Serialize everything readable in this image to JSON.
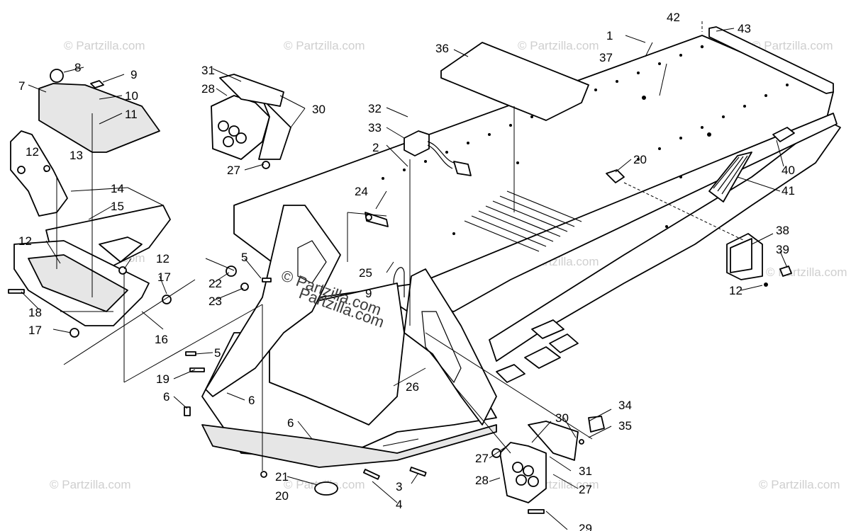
{
  "watermark": {
    "text": "© Partzilla.com",
    "main_line1": "© Partzilla.com",
    "main_line2": "Partzilla.com"
  },
  "callouts": [
    "1",
    "2",
    "3",
    "4",
    "5",
    "5",
    "6",
    "6",
    "6",
    "7",
    "8",
    "9",
    "9",
    "10",
    "11",
    "12",
    "12",
    "12",
    "12",
    "12",
    "13",
    "14",
    "15",
    "16",
    "17",
    "17",
    "18",
    "19",
    "20",
    "20",
    "21",
    "22",
    "23",
    "24",
    "25",
    "26",
    "27",
    "27",
    "27",
    "28",
    "28",
    "29",
    "30",
    "30",
    "31",
    "31",
    "32",
    "33",
    "34",
    "35",
    "36",
    "37",
    "38",
    "39",
    "40",
    "41",
    "42",
    "43"
  ]
}
